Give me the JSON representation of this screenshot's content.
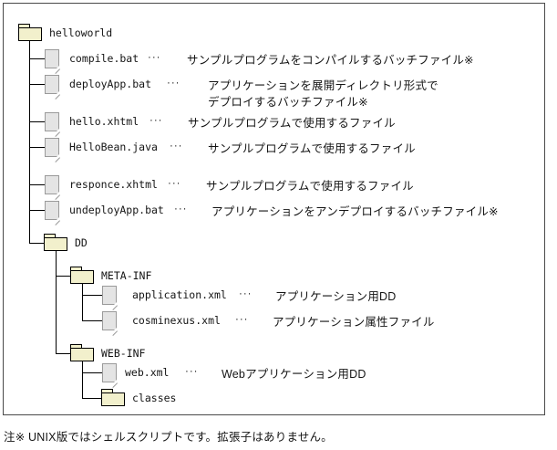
{
  "diagram": {
    "title": "helloworld directory structure",
    "root": {
      "name": "helloworld",
      "icon": "folder-icon"
    },
    "separator": "…",
    "separator_glyph": "···",
    "nodes": [
      {
        "id": "compile-bat",
        "name": "compile.bat",
        "icon": "file-icon",
        "level": 1,
        "sep": "···",
        "desc": "サンプルプログラムをコンパイルするバッチファイル※"
      },
      {
        "id": "deployapp-bat",
        "name": "deployApp.bat",
        "icon": "file-icon",
        "level": 1,
        "sep": "···",
        "desc": "アプリケーションを展開ディレクトリ形式で",
        "desc_line2": "デプロイするバッチファイル※"
      },
      {
        "id": "hello-xhtml",
        "name": "hello.xhtml",
        "icon": "file-icon",
        "level": 1,
        "sep": "···",
        "desc": "サンプルプログラムで使用するファイル"
      },
      {
        "id": "hellobean-java",
        "name": "HelloBean.java",
        "icon": "file-icon",
        "level": 1,
        "sep": "···",
        "desc": "サンプルプログラムで使用するファイル"
      },
      {
        "id": "responce-xhtml",
        "name": "responce.xhtml",
        "icon": "file-icon",
        "level": 1,
        "sep": "···",
        "desc": "サンプルプログラムで使用するファイル"
      },
      {
        "id": "undeployapp-bat",
        "name": "undeployApp.bat",
        "icon": "file-icon",
        "level": 1,
        "sep": "···",
        "desc": "アプリケーションをアンデプロイするバッチファイル※"
      },
      {
        "id": "dd",
        "name": "DD",
        "icon": "folder-icon",
        "level": 1,
        "sep": "",
        "desc": ""
      },
      {
        "id": "meta-inf",
        "name": "META-INF",
        "icon": "folder-icon",
        "level": 2,
        "sep": "",
        "desc": ""
      },
      {
        "id": "application-xml",
        "name": "application.xml",
        "icon": "file-icon",
        "level": 3,
        "sep": "···",
        "desc": "アプリケーション用DD"
      },
      {
        "id": "cosminexus-xml",
        "name": "cosminexus.xml",
        "icon": "file-icon",
        "level": 3,
        "sep": "···",
        "desc": "アプリケーション属性ファイル"
      },
      {
        "id": "web-inf",
        "name": "WEB-INF",
        "icon": "folder-icon",
        "level": 2,
        "sep": "",
        "desc": ""
      },
      {
        "id": "web-xml",
        "name": "web.xml",
        "icon": "file-icon",
        "level": 3,
        "sep": "···",
        "desc": "Webアプリケーション用DD"
      },
      {
        "id": "classes",
        "name": "classes",
        "icon": "folder-icon",
        "level": 3,
        "sep": "",
        "desc": ""
      }
    ]
  },
  "footnote": {
    "text": "注※ UNIX版ではシェルスクリプトです。拡張子はありません。"
  },
  "colors": {
    "folder_fill": "#f2f0cc",
    "folder_stroke": "#000000",
    "file_fill": "#e4e4e4",
    "file_stroke": "#9a9a9a",
    "frame_stroke": "#4a4a4a",
    "text": "#141414"
  }
}
